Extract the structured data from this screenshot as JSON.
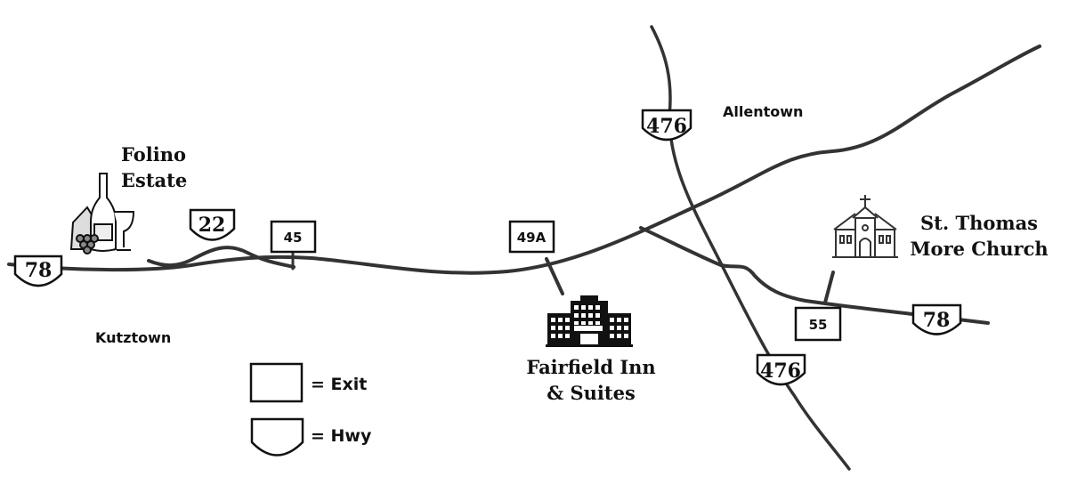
{
  "towns": {
    "allentown": "Allentown",
    "kutztown": "Kutztown"
  },
  "places": {
    "winery": [
      "Folino",
      "Estate"
    ],
    "hotel": [
      "Fairfield Inn",
      "& Suites"
    ],
    "church": [
      "St. Thomas",
      "More Church"
    ]
  },
  "highways": {
    "i78_west": "78",
    "i78_east": "78",
    "rt22": "22",
    "i476_north": "476",
    "i476_south": "476"
  },
  "exits": {
    "exit45": "45",
    "exit49a": "49A",
    "exit55": "55"
  },
  "legend": {
    "exit_label": "= Exit",
    "hwy_label": "= Hwy"
  },
  "icons": {
    "winery": "wine-bottle-glass-grapes-icon",
    "hotel": "hotel-building-icon",
    "church": "church-icon"
  },
  "colors": {
    "road": "#333333",
    "ink": "#111111",
    "background": "#ffffff"
  }
}
